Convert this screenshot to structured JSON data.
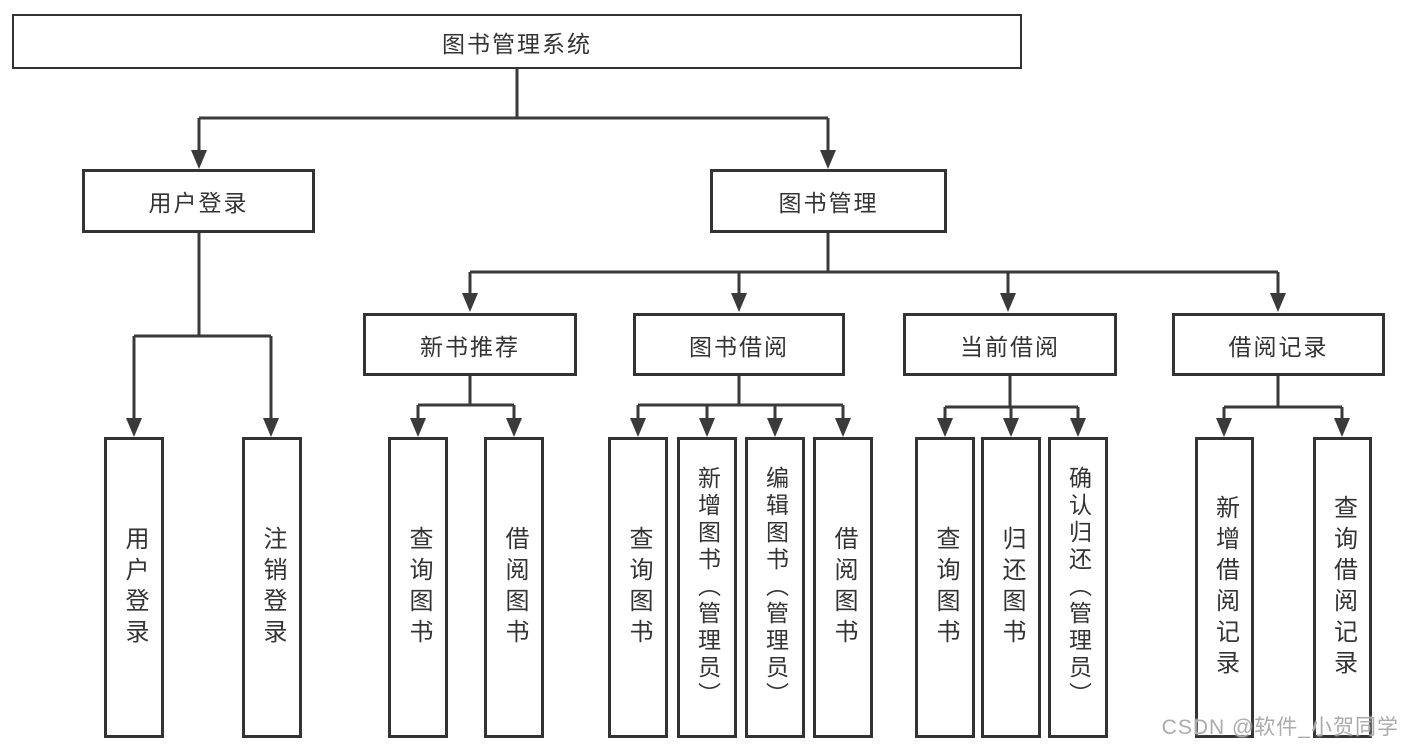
{
  "diagram": {
    "title": "图书管理系统",
    "tree": {
      "root": {
        "label": "图书管理系统"
      },
      "branches": [
        {
          "label": "用户登录",
          "children": [
            {
              "label": "用户登录"
            },
            {
              "label": "注销登录"
            }
          ]
        },
        {
          "label": "图书管理",
          "children": [
            {
              "label": "新书推荐",
              "children": [
                {
                  "label": "查询图书"
                },
                {
                  "label": "借阅图书"
                }
              ]
            },
            {
              "label": "图书借阅",
              "children": [
                {
                  "label": "查询图书"
                },
                {
                  "label": "新增图书（管理员）"
                },
                {
                  "label": "编辑图书（管理员）"
                },
                {
                  "label": "借阅图书"
                }
              ]
            },
            {
              "label": "当前借阅",
              "children": [
                {
                  "label": "查询图书"
                },
                {
                  "label": "归还图书"
                },
                {
                  "label": "确认归还（管理员）"
                }
              ]
            },
            {
              "label": "借阅记录",
              "children": [
                {
                  "label": "新增借阅记录"
                },
                {
                  "label": "查询借阅记录"
                }
              ]
            }
          ]
        }
      ]
    },
    "line_color": "#3a3a3a",
    "watermark": "CSDN @软件_小贺同学"
  }
}
